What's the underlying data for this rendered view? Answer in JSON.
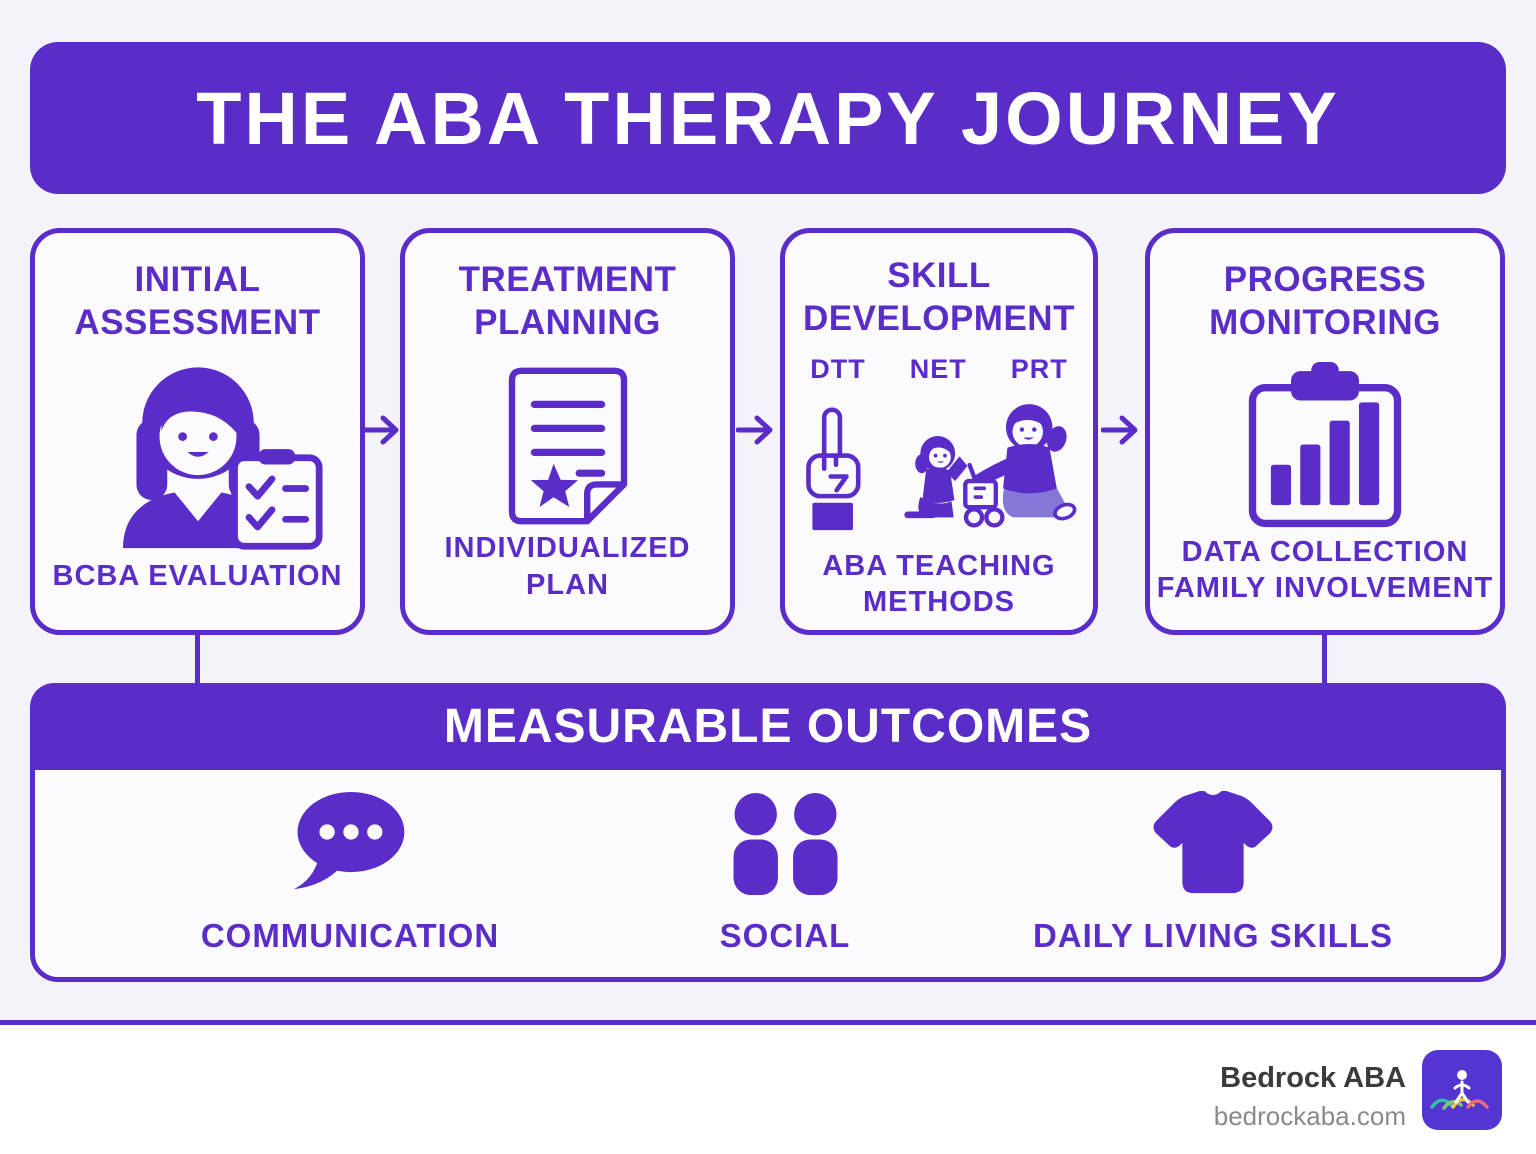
{
  "title": "THE ABA THERAPY JOURNEY",
  "steps": [
    {
      "title": "INITIAL ASSESSMENT",
      "subtitle": "BCBA EVALUATION",
      "icon": "therapist-clipboard-icon"
    },
    {
      "title": "TREATMENT PLANNING",
      "subtitle": "INDIVIDUALIZED PLAN",
      "icon": "plan-document-icon"
    },
    {
      "title": "SKILL DEVELOPMENT",
      "methods": [
        "DTT",
        "NET",
        "PRT"
      ],
      "subtitle": "ABA TEACHING METHODS",
      "icon": "teaching-hand-and-play-icon"
    },
    {
      "title": "PROGRESS MONITORING",
      "subtitle": "DATA COLLECTION",
      "subtitle2": "FAMILY INVOLVEMENT",
      "icon": "chart-clipboard-icon"
    }
  ],
  "outcomes": {
    "title": "MEASURABLE OUTCOMES",
    "items": [
      {
        "label": "COMMUNICATION",
        "icon": "chat-bubble-icon"
      },
      {
        "label": "SOCIAL",
        "icon": "two-people-icon"
      },
      {
        "label": "DAILY LIVING SKILLS",
        "icon": "tshirt-icon"
      }
    ]
  },
  "footer": {
    "brand": "Bedrock ABA",
    "website": "bedrockaba.com"
  },
  "colors": {
    "primary": "#5B2DC8",
    "icon_accent_light": "#8477D8",
    "background": "#F4F3FA",
    "card_background": "#FBFBFE",
    "footer_brand_text": "#3B3B3B",
    "footer_website_text": "#8A8A8A",
    "logo_background": "#5335D2",
    "logo_mountain_teal": "#35BFA4",
    "logo_mountain_green": "#7CC576",
    "logo_mountain_yellow": "#F2C344",
    "logo_mountain_coral": "#EC6A7B"
  }
}
